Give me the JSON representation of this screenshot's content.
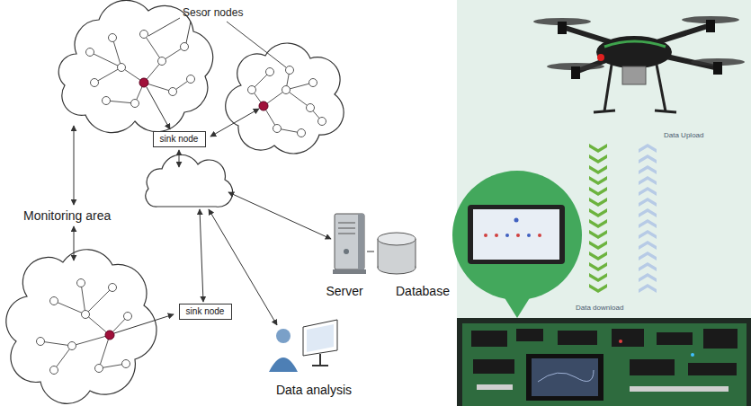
{
  "diagram": {
    "nodes": [
      {
        "text": [
          "sink node"
        ]
      },
      {
        "text": [
          "Server"
        ]
      },
      {
        "text": [
          "Database"
        ]
      },
      {
        "text": [
          "sink node"
        ]
      },
      {
        "text": [
          "Data analysis"
        ]
      }
    ],
    "edges": [
      {
        "from": 1,
        "to": 2,
        "arrow": "none"
      }
    ],
    "labels": [
      "Sesor nodes",
      "Monitoring area",
      "Data Upload",
      "Data download"
    ]
  }
}
